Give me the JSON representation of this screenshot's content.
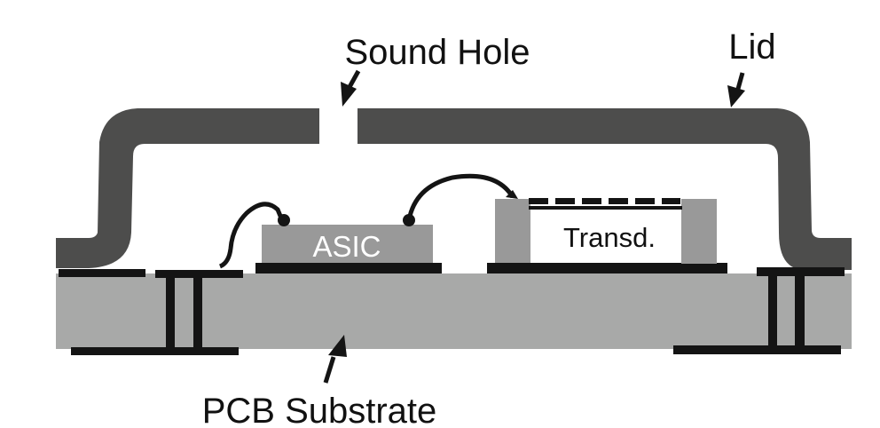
{
  "diagram": {
    "title": "MEMS microphone package cross-section",
    "labels": {
      "sound_hole": "Sound Hole",
      "lid": "Lid",
      "asic": "ASIC",
      "transducer": "Transd.",
      "pcb_substrate": "PCB Substrate"
    },
    "colors": {
      "lid": "#4d4d4c",
      "substrate": "#a8a9a8",
      "die": "#999999",
      "metal": "#141414",
      "background": "#ffffff",
      "asic_text": "#ffffff",
      "text": "#111111"
    },
    "components": [
      {
        "id": "lid",
        "label": "Lid"
      },
      {
        "id": "sound-hole",
        "label": "Sound Hole"
      },
      {
        "id": "asic",
        "label": "ASIC"
      },
      {
        "id": "transducer",
        "label": "Transd."
      },
      {
        "id": "pcb-substrate",
        "label": "PCB Substrate"
      },
      {
        "id": "bond-wire-1",
        "connects": [
          "left-pad",
          "asic"
        ]
      },
      {
        "id": "bond-wire-2",
        "connects": [
          "asic",
          "transducer"
        ]
      },
      {
        "id": "via-left",
        "type": "through-via"
      },
      {
        "id": "via-right",
        "type": "through-via"
      }
    ]
  }
}
